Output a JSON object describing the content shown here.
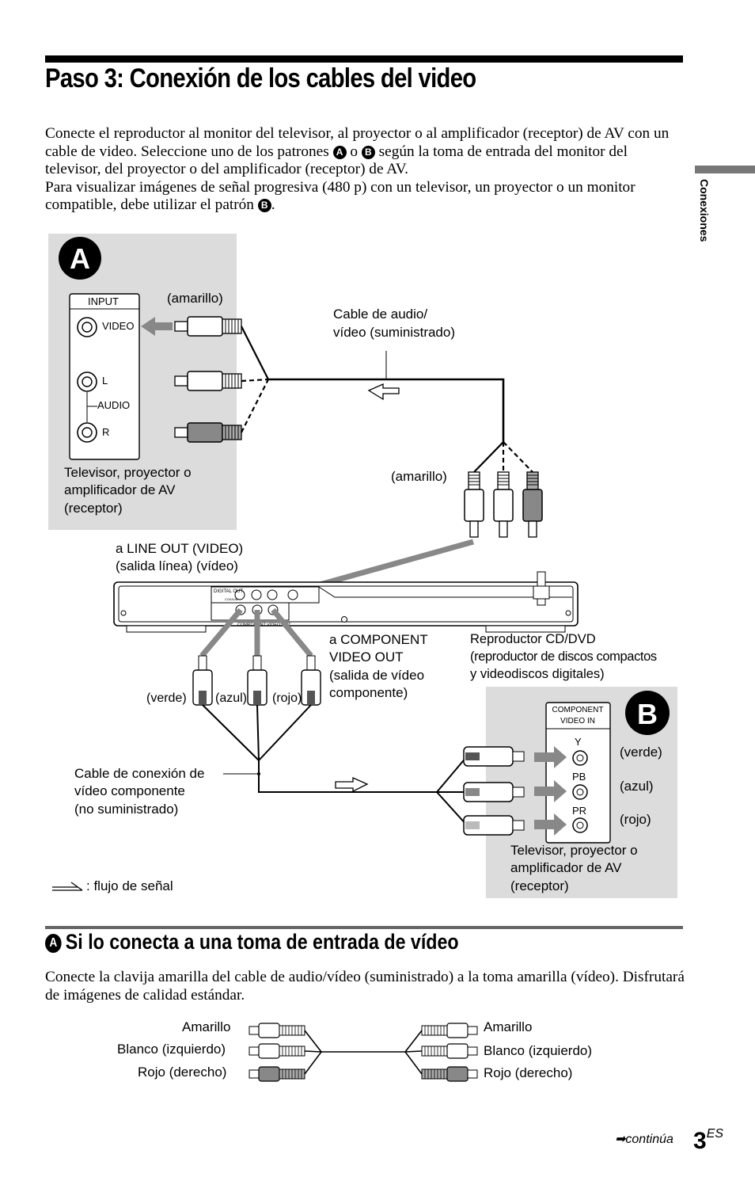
{
  "page": {
    "title": "Paso 3: Conexión de los cables del video",
    "side_tab": "Conexiones",
    "intro": {
      "p1_a": "Conecte el reproductor al monitor del televisor, al proyector o al amplificador (receptor) de AV con un cable de video. Seleccione uno de los patrones ",
      "p1_letter_a": "A",
      "p1_b": " o ",
      "p1_letter_b": "B",
      "p1_c": " según la toma de entrada del monitor del televisor, del proyector o del amplificador (receptor) de AV.",
      "p2_a": "Para visualizar imágenes de señal progresiva (480 p) con un televisor, un proyector o un monitor compatible, debe utilizar el patrón ",
      "p2_letter": "B",
      "p2_b": "."
    },
    "diagram": {
      "panel_a": {
        "letter": "A",
        "input_label": "INPUT",
        "video_label": "VIDEO",
        "l_label": "L",
        "audio_label": "AUDIO",
        "r_label": "R",
        "yellow_label": "(amarillo)",
        "device_line1": "Televisor, proyector o",
        "device_line2": "amplificador de AV",
        "device_line3": "(receptor)"
      },
      "cable_av_line1": "Cable de audio/",
      "cable_av_line2": "vídeo (suministrado)",
      "yellow_label_right": "(amarillo)",
      "line_out_line1": "a LINE OUT (VIDEO)",
      "line_out_line2": "(salida línea) (vídeo)",
      "component_out_line1": "a COMPONENT",
      "component_out_line2": "VIDEO OUT",
      "component_out_line3": "(salida de vídeo",
      "component_out_line4": "componente)",
      "player_line1": "Reproductor CD/DVD",
      "player_line2": "(reproductor de discos compactos",
      "player_line3": "y videodiscos digitales)",
      "player_digital_out": "DIGITAL OUT",
      "player_coaxial": "COAXIAL",
      "player_component_out": "COMPONENT VIDEO OUT",
      "green": "(verde)",
      "blue": "(azul)",
      "red": "(rojo)",
      "component_cable_line1": "Cable de conexión de",
      "component_cable_line2": "vídeo componente",
      "component_cable_line3": "(no suministrado)",
      "legend": ": flujo de señal",
      "panel_b": {
        "letter": "B",
        "component_in_line1": "COMPONENT",
        "component_in_line2": "VIDEO IN",
        "y_label": "Y",
        "pb_label": "PB",
        "pr_label": "PR",
        "green": "(verde)",
        "blue": "(azul)",
        "red": "(rojo)",
        "device_line1": "Televisor, proyector o",
        "device_line2": "amplificador de AV",
        "device_line3": "(receptor)"
      }
    },
    "section_a": {
      "letter": "A",
      "heading": "Si lo conecta a una toma de entrada de vídeo",
      "para": "Conecte la clavija amarilla del cable de audio/vídeo (suministrado) a la toma amarilla (vídeo). Disfrutará de imágenes de calidad estándar.",
      "left_yellow": "Amarillo",
      "left_white": "Blanco (izquierdo)",
      "left_red": "Rojo (derecho)",
      "right_yellow": "Amarillo",
      "right_white": "Blanco (izquierdo)",
      "right_red": "Rojo (derecho)"
    },
    "footer": {
      "continues": "continúa",
      "page_number": "3",
      "page_suffix": "ES"
    }
  }
}
